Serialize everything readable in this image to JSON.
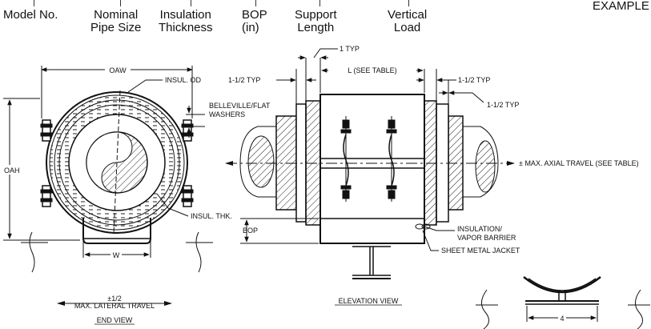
{
  "header": {
    "columns": [
      {
        "line1": "Model No.",
        "line2": ""
      },
      {
        "line1": "Nominal",
        "line2": "Pipe Size"
      },
      {
        "line1": "Insulation",
        "line2": "Thickness"
      },
      {
        "line1": "BOP",
        "line2": "(in)"
      },
      {
        "line1": "Support",
        "line2": "Length"
      },
      {
        "line1": "Vertical",
        "line2": "Load"
      }
    ],
    "example": "EXAMPLE"
  },
  "end_view": {
    "oaw": "OAW",
    "insul_od": "INSUL. OD",
    "washers_1": "BELLEVILLE/FLAT",
    "washers_2": "WASHERS",
    "oah": "OAH",
    "insul_thk": "INSUL. THK.",
    "w": "W",
    "lateral_1": "±1/2",
    "lateral_2": "MAX. LATERAL TRAVEL",
    "title": "END VIEW"
  },
  "elevation_view": {
    "typ_1": "1 TYP",
    "typ_left": "1-1/2 TYP",
    "length": "L (SEE TABLE)",
    "typ_right_1": "1-1/2 TYP",
    "typ_right_2": "1-1/2 TYP",
    "axial": "± MAX. AXIAL TRAVEL (SEE TABLE)",
    "bop": "BOP",
    "insulation_1": "INSULATION/",
    "insulation_2": "VAPOR BARRIER",
    "jacket": "SHEET METAL JACKET",
    "title": "ELEVATION VIEW"
  },
  "detail": {
    "dim": "4"
  }
}
